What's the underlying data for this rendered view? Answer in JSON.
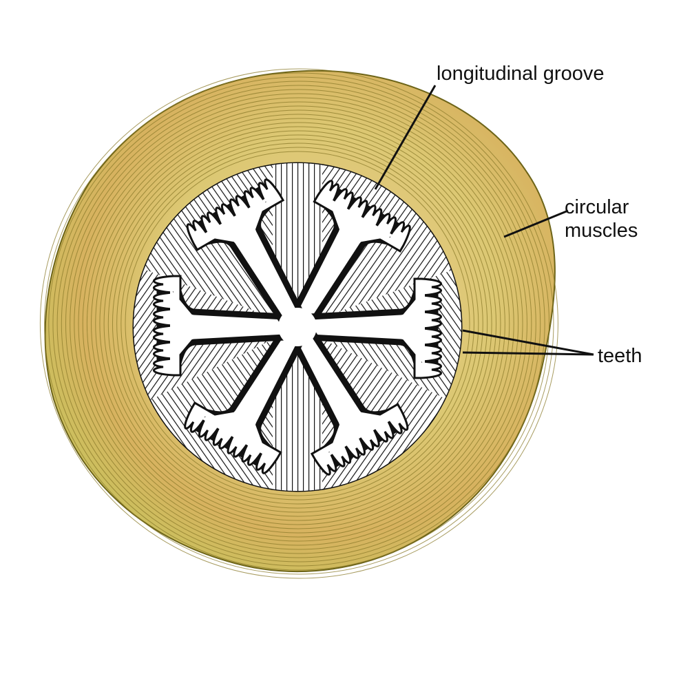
{
  "labels": {
    "longitudinal_groove": "longitudinal groove",
    "circular_muscles_line1": "circular",
    "circular_muscles_line2": "muscles",
    "teeth": "teeth"
  },
  "colors": {
    "muscle_yellow": "#d8cf70",
    "muscle_orange": "#d6a066",
    "muscle_line": "#8a7a2a",
    "ink": "#111111",
    "background": "#ffffff"
  },
  "structure": {
    "arm_count": 6
  }
}
